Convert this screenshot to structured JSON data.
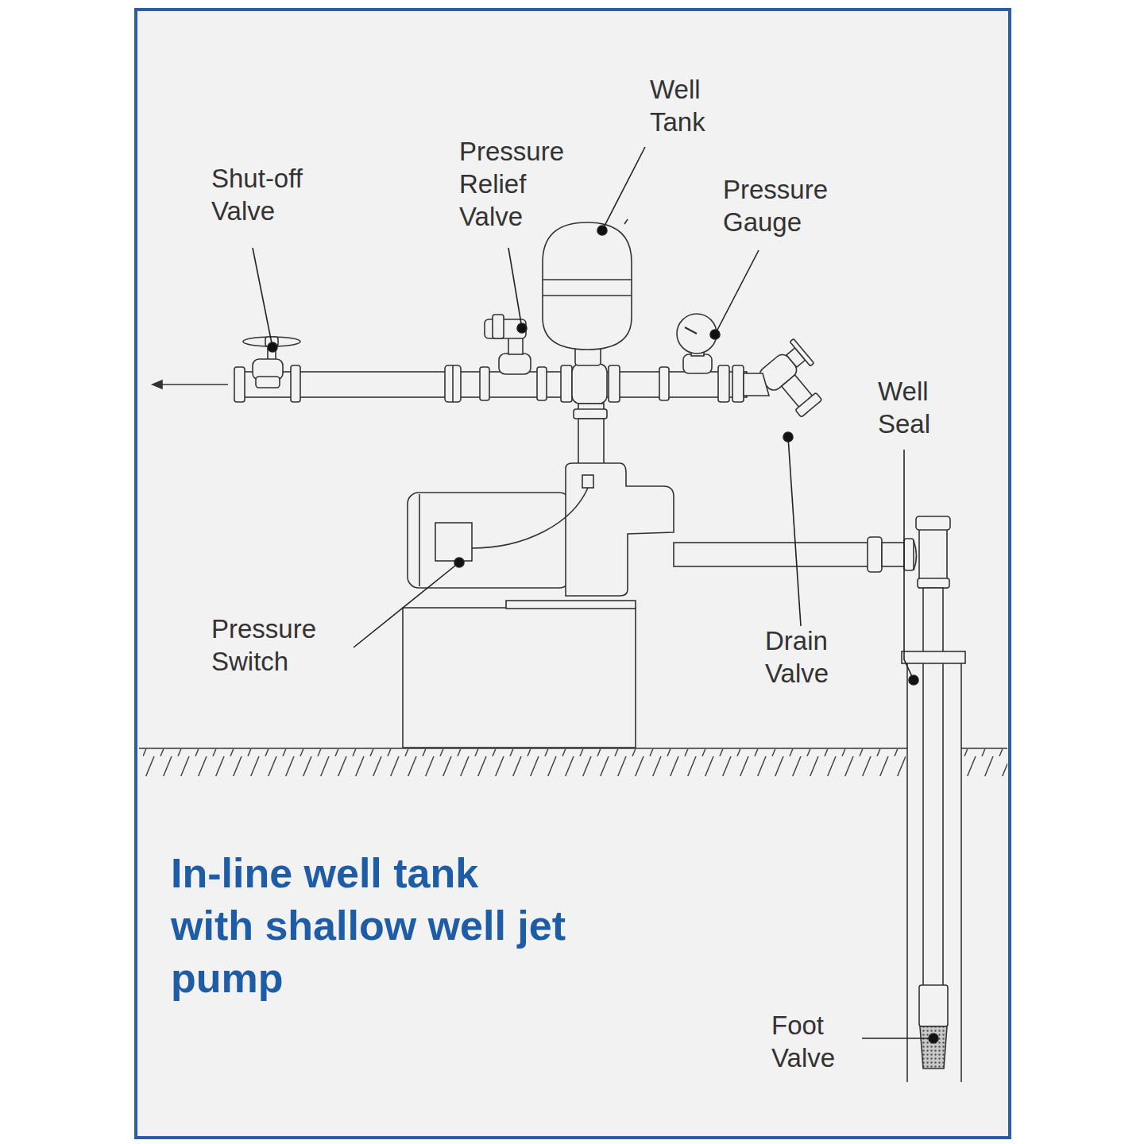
{
  "diagram": {
    "title": "In-line well tank with shallow well jet pump",
    "labels": [
      "Shut-off Valve",
      "Pressure Relief Valve",
      "Well Tank",
      "Pressure Gauge",
      "Well Seal",
      "Pressure Switch",
      "Drain Valve",
      "Foot Valve"
    ]
  }
}
